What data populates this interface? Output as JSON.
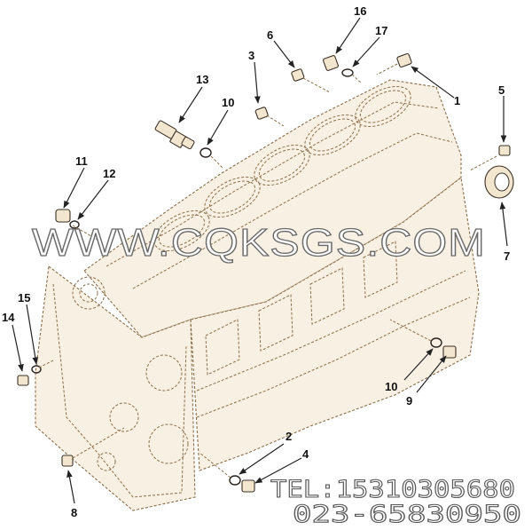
{
  "callouts": {
    "c1": "1",
    "c2": "2",
    "c3": "3",
    "c4": "4",
    "c5": "5",
    "c6": "6",
    "c7": "7",
    "c8": "8",
    "c9": "9",
    "c10a": "10",
    "c10b": "10",
    "c11": "11",
    "c12": "12",
    "c13": "13",
    "c14": "14",
    "c15": "15",
    "c16": "16",
    "c17": "17"
  },
  "watermark": {
    "site": "WWW.CQKSGS.COM",
    "tel": "TEL:15310305680",
    "phone": "023-65830950"
  },
  "colors": {
    "line_art": "#8a6e4a",
    "fill": "#f8f0e2",
    "leaders": "#222222"
  }
}
